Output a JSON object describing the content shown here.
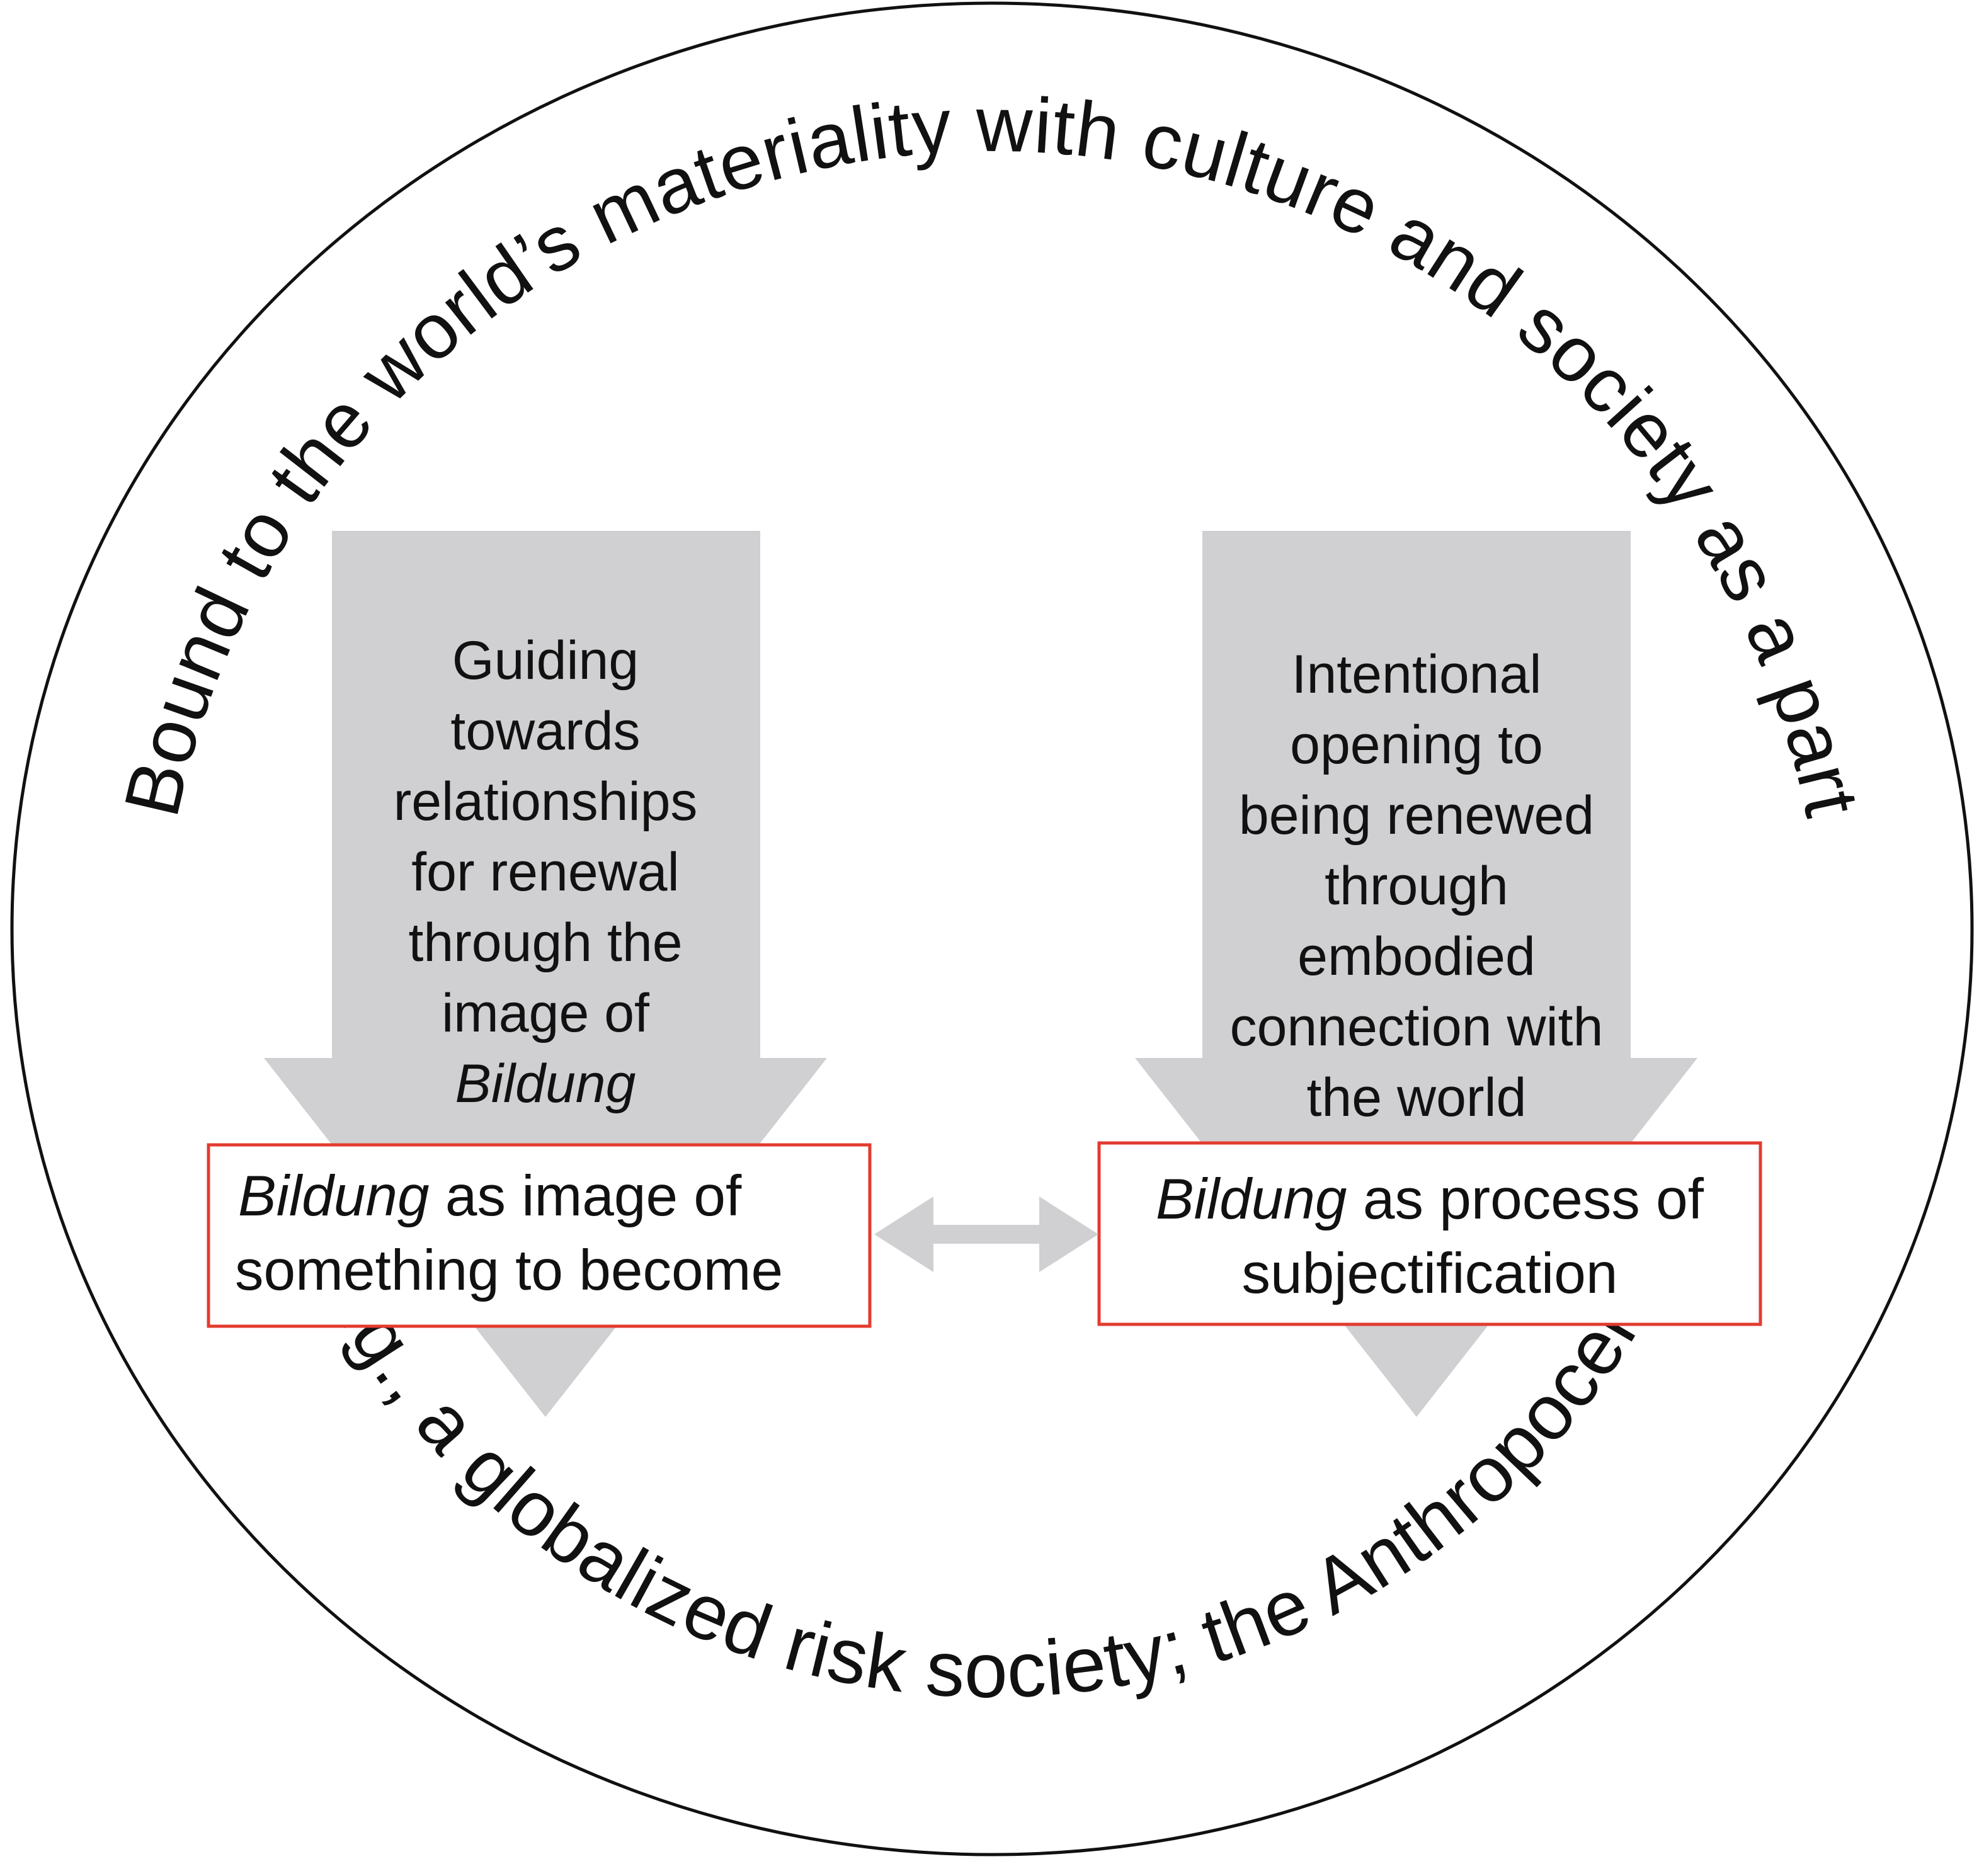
{
  "colors": {
    "arrow_fill": "#d0cfd1",
    "box_border": "#e33b2f",
    "circle_stroke": "#111111",
    "text": "#111111"
  },
  "outer_circle": {
    "top_arc_text": "Bound to the world’s materiality with culture and society as a part",
    "bottom_arc_text": "E.g., a globalized risk society; the Anthropocene"
  },
  "left_arrow": {
    "lines": [
      "Guiding",
      "towards",
      "relationships",
      "for renewal",
      "through the",
      "image of"
    ],
    "last_line_italic": "Bildung"
  },
  "right_arrow": {
    "lines": [
      "Intentional",
      "opening to",
      "being renewed",
      "through",
      "embodied",
      "connection with",
      "the world"
    ]
  },
  "left_box": {
    "line1_italic": "Bildung",
    "line1_rest": " as image of",
    "line2": "something to become"
  },
  "right_box": {
    "line1_italic": "Bildung",
    "line1_rest": " as process of",
    "line2": "subjectification"
  },
  "connector": {
    "type": "double-headed-arrow"
  }
}
